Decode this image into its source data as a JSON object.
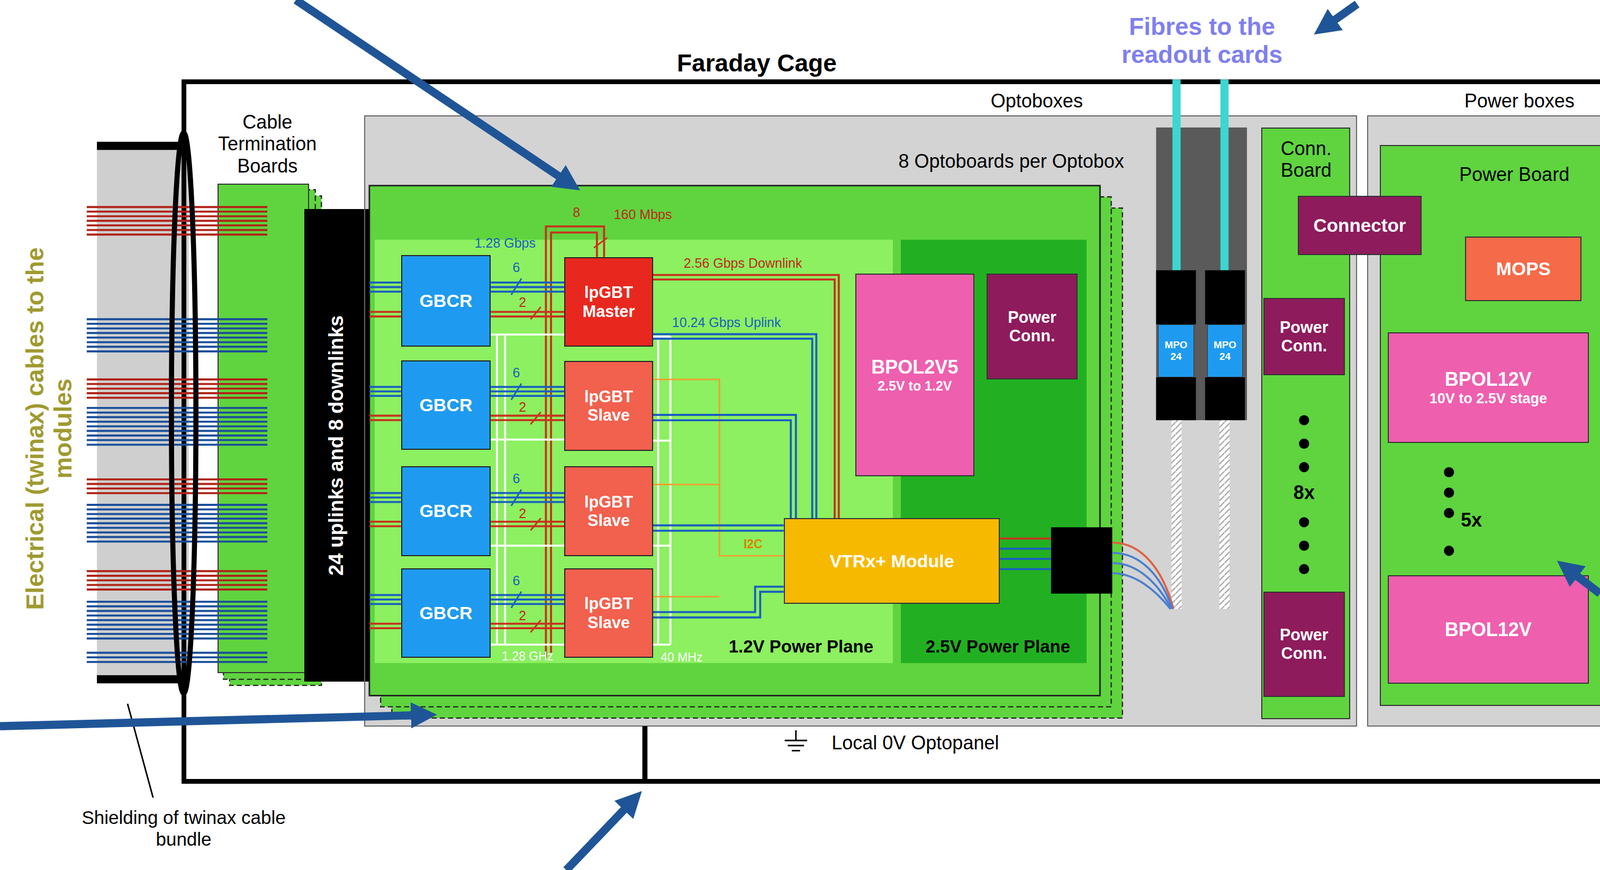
{
  "diagram": {
    "nodes": [
      {
        "text": [
          "Faraday Cage"
        ]
      },
      {
        "text": [
          "Cable Termination Boards"
        ],
        "in": 0
      },
      {
        "text": [
          "24 uplinks and 8 downlinks"
        ],
        "in": 0
      },
      {
        "text": [
          "Optoboxes",
          "8 Optoboards per Optobox"
        ],
        "in": 0
      },
      {
        "text": [
          "1.2V Power Plane"
        ],
        "in": 3
      },
      {
        "text": [
          "GBCR"
        ],
        "in": 4
      },
      {
        "text": [
          "GBCR"
        ],
        "in": 4
      },
      {
        "text": [
          "GBCR"
        ],
        "in": 4
      },
      {
        "text": [
          "GBCR"
        ],
        "in": 4
      },
      {
        "text": [
          "lpGBT Master"
        ],
        "in": 4
      },
      {
        "text": [
          "lpGBT Slave"
        ],
        "in": 4
      },
      {
        "text": [
          "lpGBT Slave"
        ],
        "in": 4
      },
      {
        "text": [
          "lpGBT Slave"
        ],
        "in": 4
      },
      {
        "text": [
          "2.5V Power Plane"
        ],
        "in": 3
      },
      {
        "text": [
          "BPOL2V5",
          "2.5V to 1.2V"
        ],
        "in": 3
      },
      {
        "text": [
          "Power Conn."
        ],
        "in": 13
      },
      {
        "text": [
          "VTRx+ Module"
        ],
        "in": 3
      },
      {
        "text": [
          "MPO 24"
        ],
        "in": 3
      },
      {
        "text": [
          "MPO 24"
        ],
        "in": 3
      },
      {
        "text": [
          "Conn. Board"
        ],
        "in": 3
      },
      {
        "text": [
          "Power Conn."
        ],
        "in": 19
      },
      {
        "text": [
          "Power Conn."
        ],
        "in": 19
      },
      {
        "text": [
          "Power boxes"
        ],
        "in": 0
      },
      {
        "text": [
          "Power Board"
        ],
        "in": 22
      },
      {
        "text": [
          "MOPS"
        ],
        "in": 23
      },
      {
        "text": [
          "BPOL12V",
          "10V to 2.5V stage"
        ],
        "in": 23
      },
      {
        "text": [
          "BPOL12V"
        ],
        "in": 23
      },
      {
        "text": [
          "Connector"
        ],
        "in": 0
      }
    ],
    "edges": [
      {
        "from": 2,
        "to": 5,
        "arrow": "none"
      },
      {
        "from": 2,
        "to": 6,
        "arrow": "none"
      },
      {
        "from": 2,
        "to": 7,
        "arrow": "none"
      },
      {
        "from": 2,
        "to": 8,
        "arrow": "none"
      },
      {
        "from": 5,
        "to": 9,
        "arrow": "none"
      },
      {
        "from": 6,
        "to": 10,
        "arrow": "none"
      },
      {
        "from": 7,
        "to": 11,
        "arrow": "none"
      },
      {
        "from": 8,
        "to": 12,
        "arrow": "none"
      },
      {
        "from": 9,
        "to": 16,
        "arrow": "none"
      },
      {
        "from": 10,
        "to": 16,
        "arrow": "none"
      },
      {
        "from": 11,
        "to": 16,
        "arrow": "none"
      },
      {
        "from": 12,
        "to": 16,
        "arrow": "none"
      },
      {
        "from": 3,
        "to": 0,
        "arrow": "none"
      }
    ],
    "labels": [
      "Fibres to the readout cards",
      "Electrical (twinax) cables to the modules",
      "Shielding of twinax cable bundle",
      "160 Mbps",
      "8",
      "1.28 Gbps",
      "2.56 Gbps Downlink",
      "10.24 Gbps Uplink",
      "6",
      "2",
      "6",
      "2",
      "6",
      "2",
      "6",
      "2",
      "I2C",
      "1.28 GHz",
      "40 MHz",
      "8x",
      "5x",
      "Local 0V Optopanel"
    ]
  }
}
